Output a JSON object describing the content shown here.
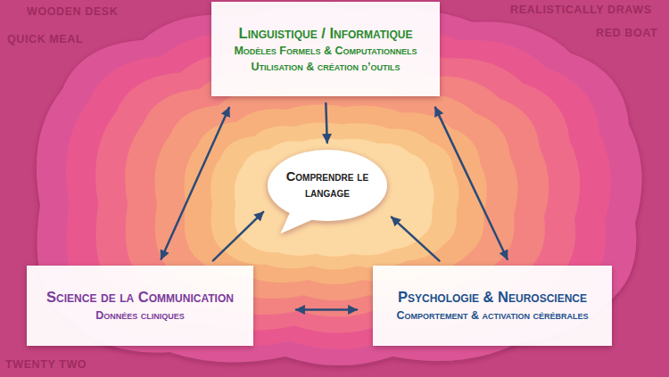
{
  "diagram": {
    "nodes": [
      {
        "text": [
          "Linguistique / Informatique",
          "Modèles Formels & Computationnels",
          "Utilisation & création d’outils"
        ]
      },
      {
        "text": [
          "Comprendre le langage"
        ]
      },
      {
        "text": [
          "Science de la Communication",
          "Données cliniques"
        ]
      },
      {
        "text": [
          "Psychologie & Neuroscience",
          "Comportement & activation cérébrales"
        ]
      }
    ],
    "edges": [
      {
        "from": 0,
        "to": 1,
        "arrow": "to"
      },
      {
        "from": 0,
        "to": 2,
        "arrow": "both"
      },
      {
        "from": 0,
        "to": 3,
        "arrow": "both"
      },
      {
        "from": 2,
        "to": 1,
        "arrow": "to"
      },
      {
        "from": 3,
        "to": 1,
        "arrow": "to"
      },
      {
        "from": 2,
        "to": 3,
        "arrow": "both"
      }
    ],
    "labels": [
      "WOODEN DESK",
      "QUICK MEAL",
      "REALISTICALLY DRAWS",
      "RED BOAT",
      "TWENTY TWO"
    ]
  }
}
